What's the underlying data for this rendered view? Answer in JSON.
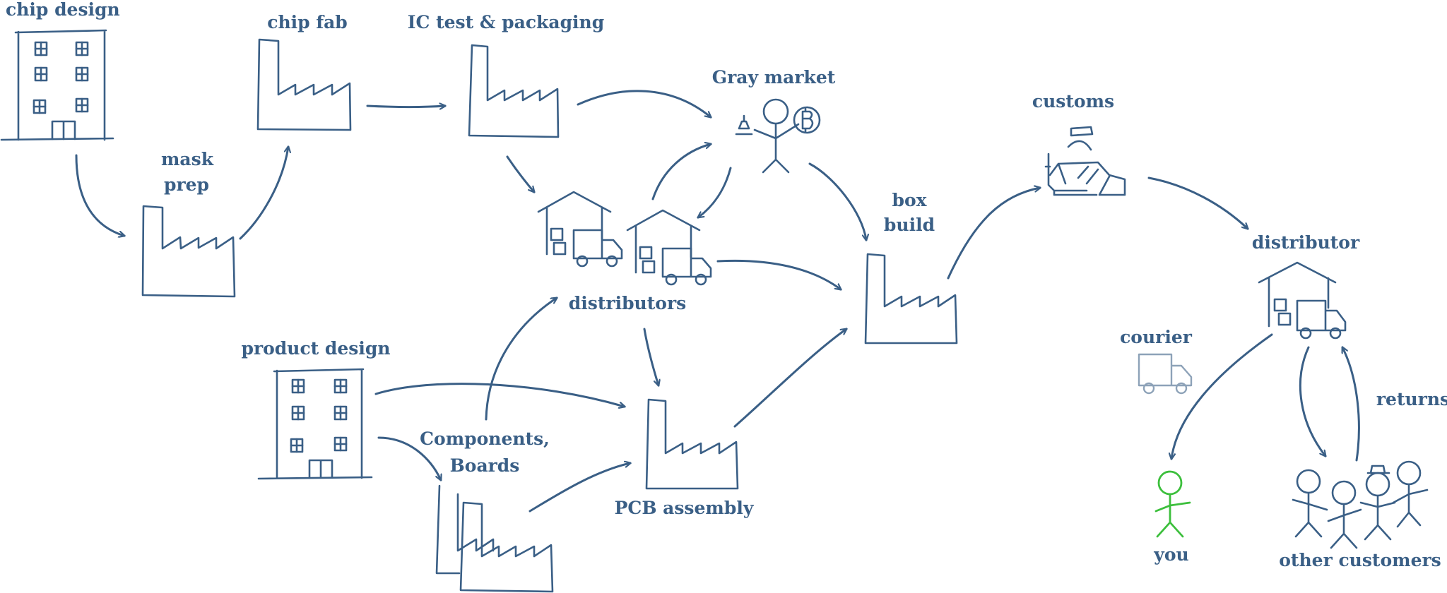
{
  "labels": {
    "chip_design": "chip design",
    "mask_prep_1": "mask",
    "mask_prep_2": "prep",
    "chip_fab": "chip fab",
    "ic_test": "IC test & packaging",
    "gray_market": "Gray market",
    "customs": "customs",
    "box_build_1": "box",
    "box_build_2": "build",
    "distributors": "distributors",
    "distributor": "distributor",
    "product_design": "product design",
    "components_1": "Components,",
    "components_2": "Boards",
    "pcb_assembly": "PCB assembly",
    "courier": "courier",
    "returns": "returns",
    "you": "you",
    "other_customers": "other customers"
  },
  "colors": {
    "ink": "#3a5f86",
    "faded": "#8da2b8",
    "you": "#3cbf3c"
  },
  "icons": {
    "office": "office-building-icon",
    "factory": "factory-icon",
    "warehouse": "warehouse-truck-icon",
    "seller": "gray-market-seller-icon",
    "bitcoin": "bitcoin-icon",
    "customs": "customs-officer-icon",
    "truck": "courier-truck-icon",
    "person": "stick-figure-icon"
  }
}
